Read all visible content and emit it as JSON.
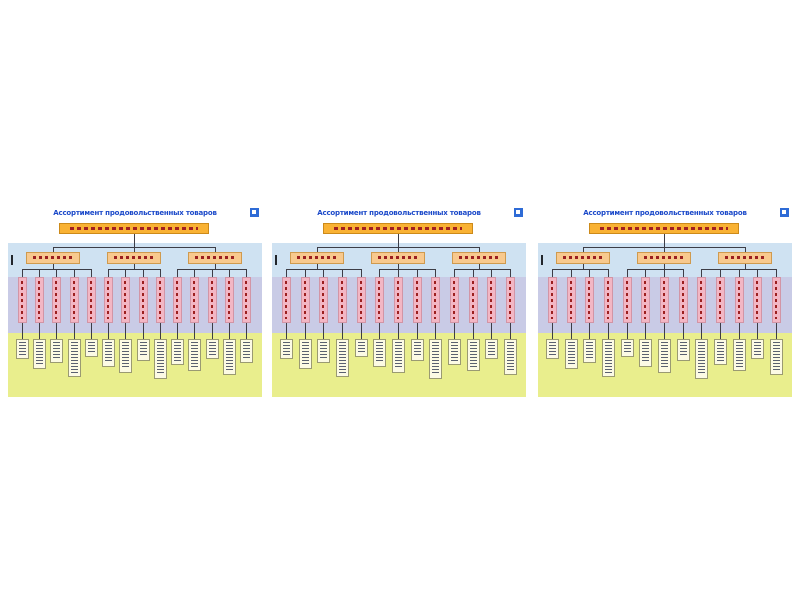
{
  "colors": {
    "title_blue": "#1b49c9",
    "badge_blue": "#2e6bd6",
    "banner_orange": "#f9b234",
    "category_orange": "#f8c98e",
    "band_blue": "#cfe2f2",
    "band_lavender": "#c9cbe6",
    "band_yellow": "#e9ee8d",
    "bar_pink": "#f3b6c4",
    "text_red": "#a32020"
  },
  "panels": [
    {
      "title": "Ассортимент продовольственных товаров",
      "bars_per_group": [
        5,
        4,
        5
      ]
    },
    {
      "title": "Ассортимент продовольственных товаров",
      "bars_per_group": [
        5,
        4,
        4
      ]
    },
    {
      "title": "Ассортимент продовольственных товаров",
      "bars_per_group": [
        4,
        4,
        5
      ]
    }
  ]
}
